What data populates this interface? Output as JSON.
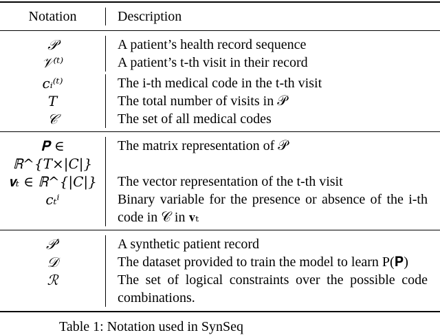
{
  "table": {
    "headers": {
      "notation": "Notation",
      "description": "Description"
    },
    "sections": [
      {
        "rows": [
          {
            "notation": "𝒫",
            "description": "A patient’s health record sequence"
          },
          {
            "notation": "𝒱⁽ᵗ⁾",
            "description": "A patient’s t-th visit in their record"
          },
          {
            "notation": "cᵢ⁽ᵗ⁾",
            "description": "The i-th medical code in the t-th visit"
          },
          {
            "notation": "T",
            "description": "The total number of visits in 𝒫"
          },
          {
            "notation": "𝒞",
            "description": "The set of all medical codes"
          }
        ]
      },
      {
        "rows": [
          {
            "notation": "𝐏 ∈ ℝ^{T×|C|}",
            "description": "The matrix representation of 𝒫"
          },
          {
            "notation": "𝐯ₜ ∈ ℝ^{|C|}",
            "description": "The vector representation of the t-th visit"
          },
          {
            "notation": "cₜⁱ",
            "description": "Binary variable for the presence or absence of the i-th code in 𝒞 in 𝐯ₜ"
          }
        ]
      },
      {
        "rows": [
          {
            "notation": "𝒫′",
            "description": "A synthetic patient record"
          },
          {
            "notation": "𝒟",
            "description": "The dataset provided to train the model to learn P(𝐏)"
          },
          {
            "notation": "ℛ",
            "description": "The set of logical constraints over the possible code combinations."
          }
        ]
      }
    ]
  },
  "caption": "Table 1: Notation used in SynSeq"
}
